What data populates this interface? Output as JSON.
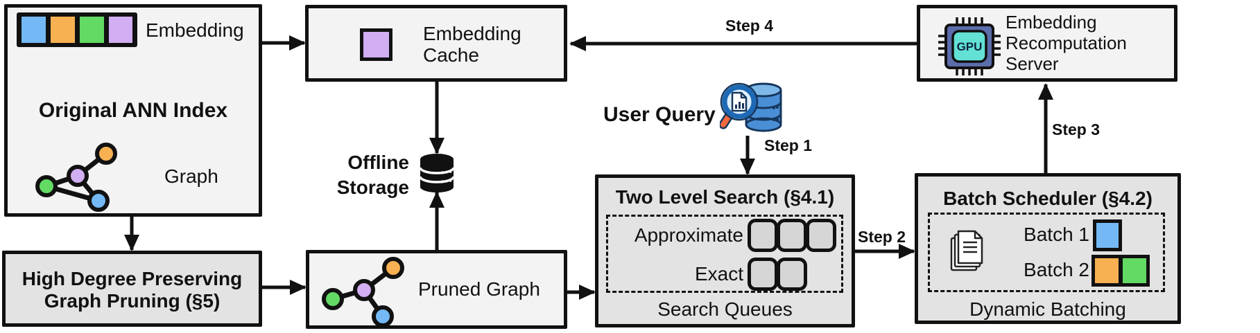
{
  "colors": {
    "blue": "#74b9f5",
    "orange": "#f7b052",
    "green": "#63da63",
    "purple": "#d2aef2",
    "outline": "#111111",
    "box_light": "#f3f3f3",
    "box_dark": "#e3e3e3",
    "queue_slot": "#d6d6d6",
    "chip_body": "#5b6dab",
    "chip_core": "#62e1d4",
    "db_blue": "#4a8fd6",
    "db_blue_light": "#7db8e8",
    "db_navy": "#16365c",
    "ring_blue": "#1d69b5",
    "lens": "#dff0fb",
    "handle_orange": "#f4693c"
  },
  "boxes": {
    "original_index": {
      "embedding_label": "Embedding",
      "title": "Original ANN Index",
      "graph_label": "Graph"
    },
    "embedding_cache": {
      "line1": "Embedding",
      "line2": "Cache"
    },
    "recomputation_server": {
      "line1": "Embedding",
      "line2": "Recomputation",
      "line3": "Server",
      "gpu_label": "GPU"
    },
    "two_level_search": {
      "title": "Two Level Search (§4.1)",
      "row_approximate": "Approximate",
      "row_exact": "Exact",
      "caption": "Search Queues",
      "approximate_slots": 3,
      "exact_slots": 2
    },
    "batch_scheduler": {
      "title": "Batch Scheduler (§4.2)",
      "batch1": "Batch 1",
      "batch2": "Batch 2",
      "caption": "Dynamic Batching",
      "batch1_colors": [
        "blue"
      ],
      "batch2_colors": [
        "orange",
        "green"
      ]
    },
    "graph_pruning": {
      "line1": "High Degree Preserving",
      "line2": "Graph Pruning (§5)"
    },
    "pruned_graph": {
      "label": "Pruned Graph"
    }
  },
  "offline_storage": {
    "line1": "Offline",
    "line2": "Storage"
  },
  "user_query": {
    "label": "User Query"
  },
  "steps": {
    "step1": "Step 1",
    "step2": "Step 2",
    "step3": "Step 3",
    "step4": "Step 4"
  },
  "embedding_cells": [
    "blue",
    "orange",
    "green",
    "purple"
  ],
  "graphs": {
    "original": {
      "node_colors": [
        "green",
        "purple",
        "orange",
        "blue"
      ],
      "edges": [
        [
          "green",
          "purple"
        ],
        [
          "purple",
          "orange"
        ],
        [
          "purple",
          "blue"
        ],
        [
          "green",
          "blue"
        ]
      ]
    },
    "pruned": {
      "node_colors": [
        "green",
        "purple",
        "orange",
        "blue"
      ],
      "edges": [
        [
          "green",
          "purple"
        ],
        [
          "purple",
          "orange"
        ],
        [
          "purple",
          "blue"
        ]
      ]
    }
  },
  "icons": [
    "embedding-strip-icon",
    "graph-icon",
    "cached-embedding-icon",
    "gpu-chip-icon",
    "database-icon",
    "query-magnifier-database-icon",
    "documents-stack-icon",
    "queue-slot-icon",
    "batch-square-icon",
    "pruned-graph-icon"
  ]
}
